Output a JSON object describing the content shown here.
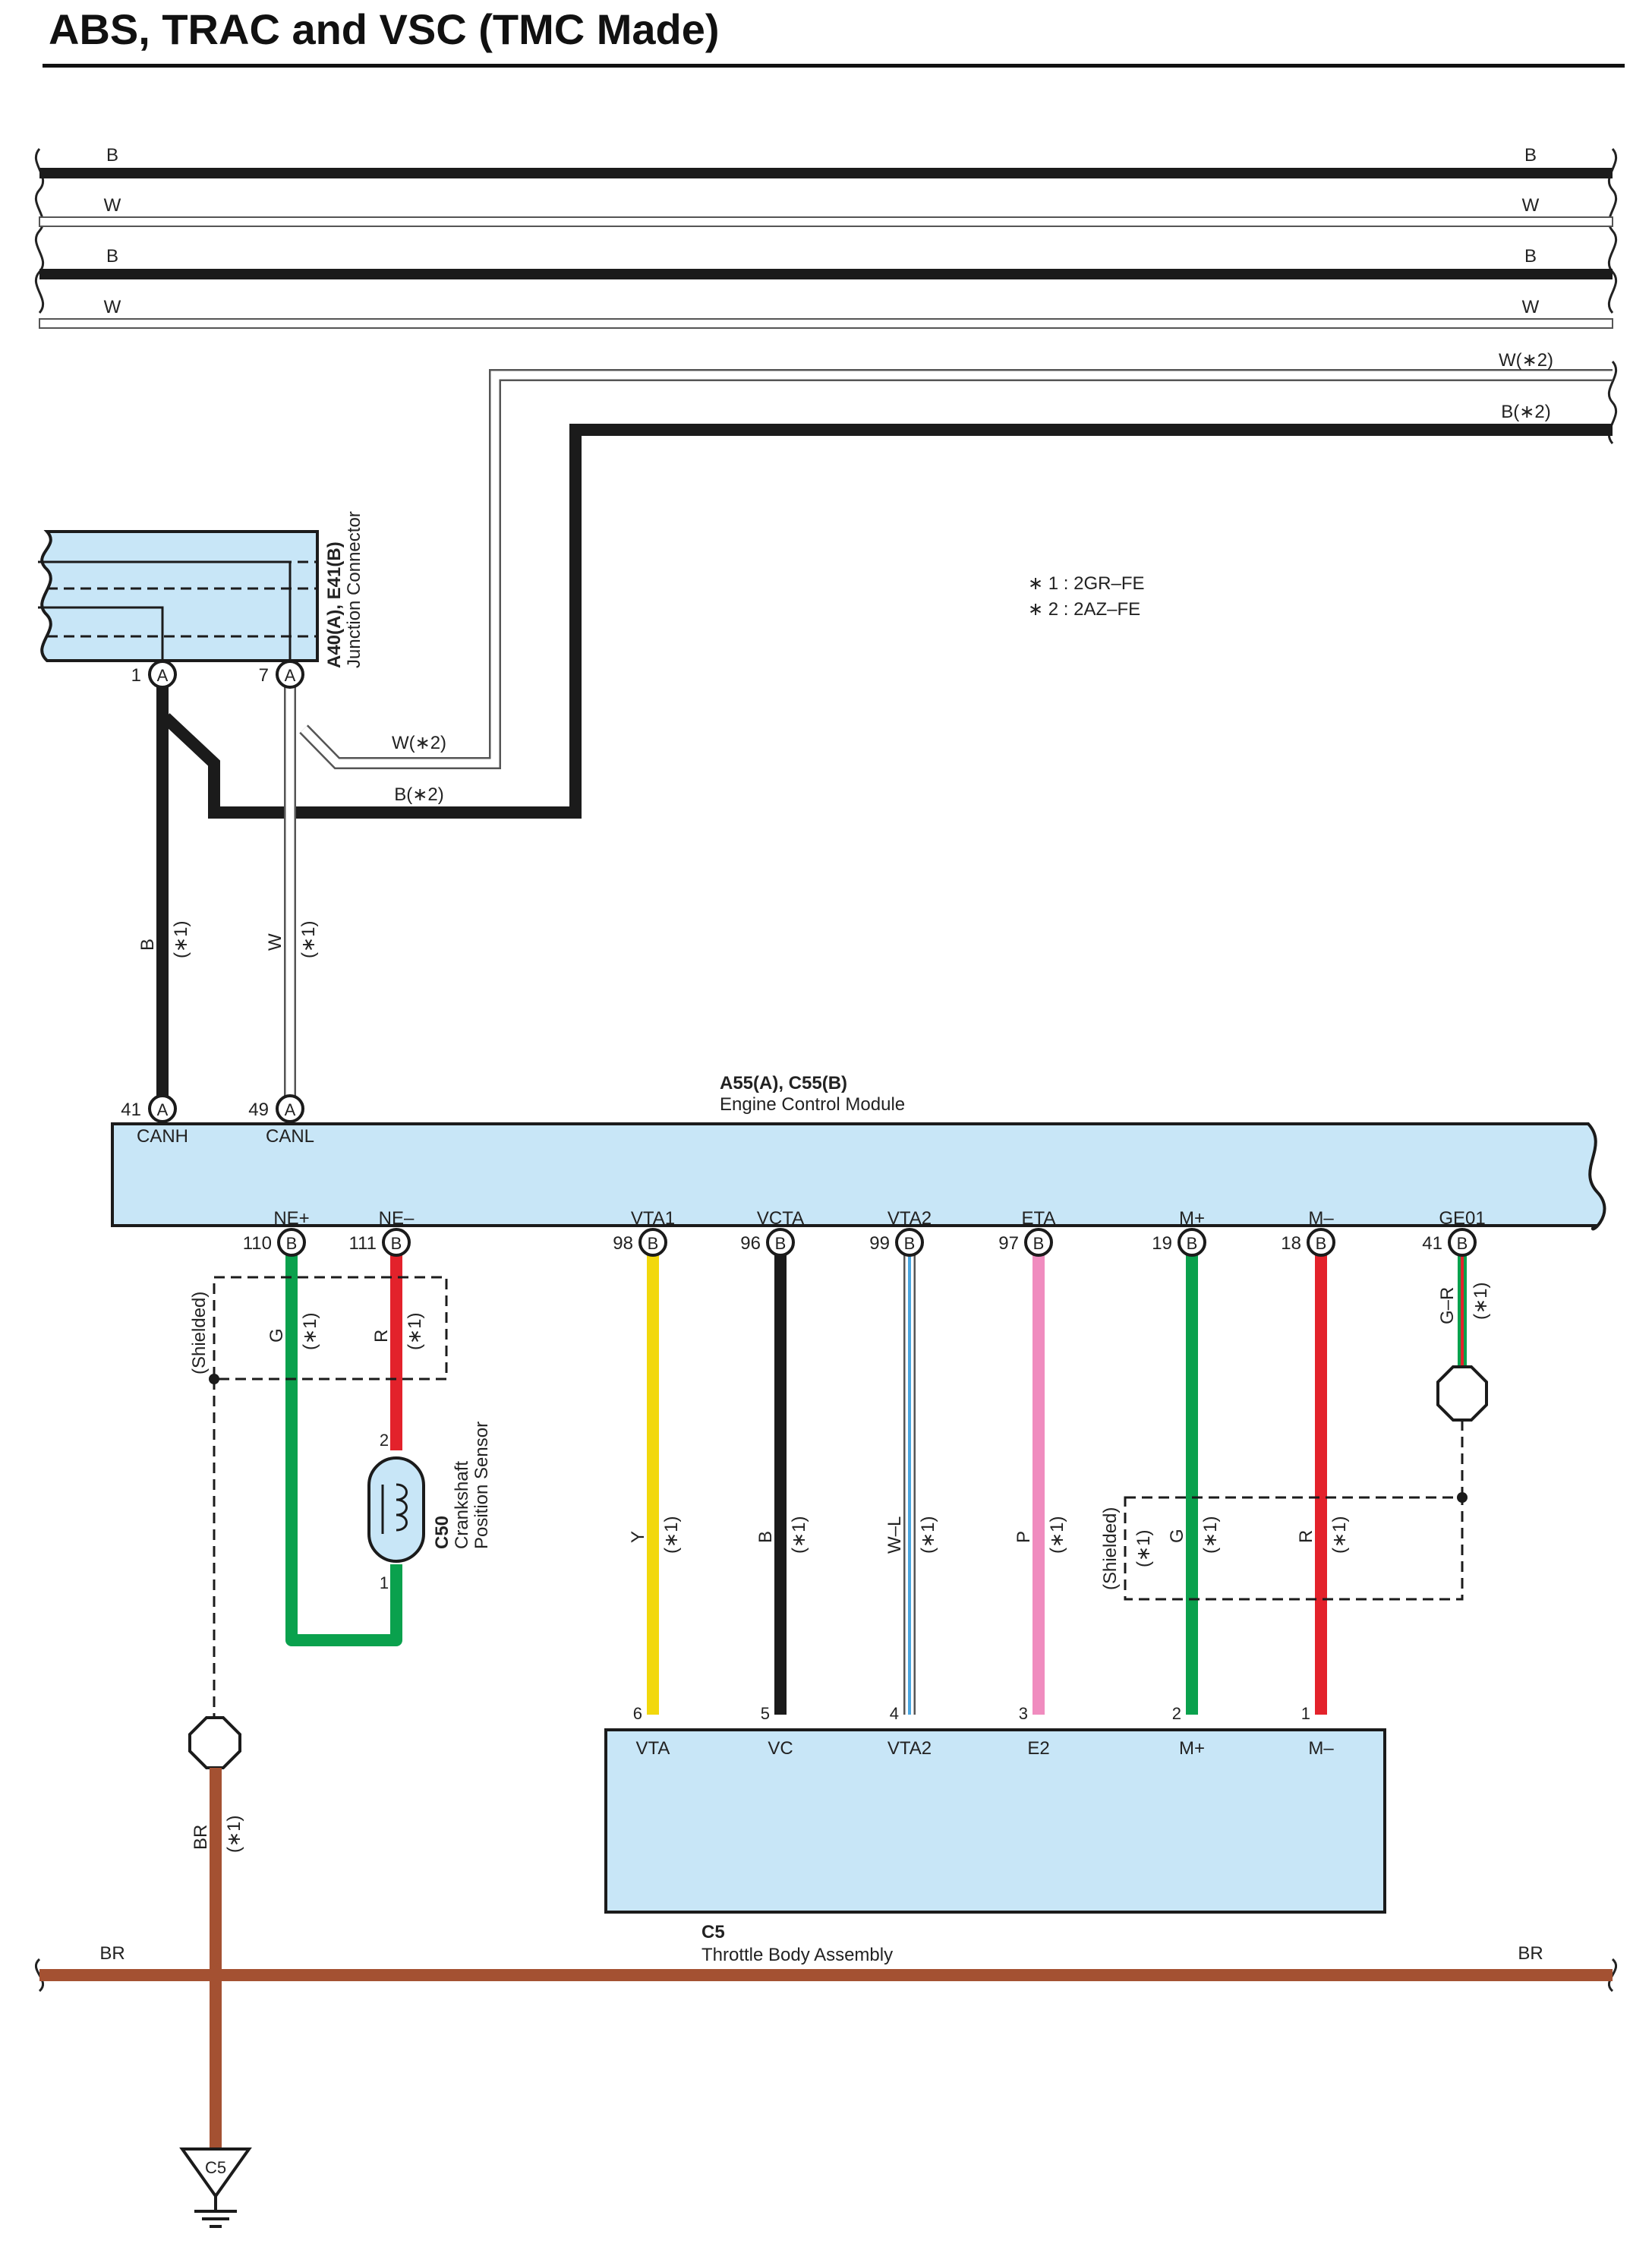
{
  "page": {
    "title": "ABS, TRAC and VSC (TMC Made)"
  },
  "colors": {
    "box_fill": "#c8e6f7",
    "black": "#1b1b1b",
    "yellow": "#f2d80c",
    "green": "#0aa14d",
    "red": "#e3222b",
    "pink": "#f08cbf",
    "blue": "#4aa6e0",
    "brown": "#a45132"
  },
  "buses": {
    "top": [
      {
        "label_left": "B",
        "label_right": "B",
        "color": "B"
      },
      {
        "label_left": "W",
        "label_right": "W",
        "color": "W"
      },
      {
        "label_left": "B",
        "label_right": "B",
        "color": "B"
      },
      {
        "label_left": "W",
        "label_right": "W",
        "color": "W"
      }
    ],
    "branch": [
      {
        "label_right": "W(∗2)",
        "color": "W"
      },
      {
        "label_right": "B(∗2)",
        "color": "B"
      }
    ],
    "ground_bus": {
      "label_left": "BR",
      "label_right": "BR",
      "color": "BR"
    }
  },
  "notes": [
    "∗ 1 : 2GR–FE",
    "∗ 2 : 2AZ–FE"
  ],
  "junction": {
    "code": "A40(A), E41(B)",
    "name": "Junction Connector",
    "pins": [
      {
        "num": "1",
        "conn": "A"
      },
      {
        "num": "7",
        "conn": "A"
      }
    ]
  },
  "wires": {
    "jc_w": "W(∗2)",
    "jc_b": "B(∗2)",
    "can_b": {
      "color": "B",
      "note": "(∗1)"
    },
    "can_w": {
      "color": "W",
      "note": "(∗1)"
    }
  },
  "ecm": {
    "code": "A55(A), C55(B)",
    "name": "Engine Control Module",
    "top_pins": [
      {
        "num": "41",
        "conn": "A",
        "name": "CANH"
      },
      {
        "num": "49",
        "conn": "A",
        "name": "CANL"
      }
    ],
    "bottom_pins": [
      {
        "num": "110",
        "conn": "B",
        "name": "NE+"
      },
      {
        "num": "111",
        "conn": "B",
        "name": "NE–"
      },
      {
        "num": "98",
        "conn": "B",
        "name": "VTA1"
      },
      {
        "num": "96",
        "conn": "B",
        "name": "VCTA"
      },
      {
        "num": "99",
        "conn": "B",
        "name": "VTA2"
      },
      {
        "num": "97",
        "conn": "B",
        "name": "ETA"
      },
      {
        "num": "19",
        "conn": "B",
        "name": "M+"
      },
      {
        "num": "18",
        "conn": "B",
        "name": "M–"
      },
      {
        "num": "41",
        "conn": "B",
        "name": "GE01"
      }
    ]
  },
  "sensor": {
    "code": "C50",
    "name_line1": "Crankshaft",
    "name_line2": "Position Sensor",
    "pin_top": "2",
    "pin_bottom": "1",
    "shielded": "(Shielded)",
    "wire_g": {
      "color": "G",
      "note": "(∗1)"
    },
    "wire_r": {
      "color": "R",
      "note": "(∗1)"
    }
  },
  "throttle_wires": [
    {
      "color": "Y",
      "note": "(∗1)"
    },
    {
      "color": "B",
      "note": "(∗1)"
    },
    {
      "color": "W–L",
      "note": "(∗1)"
    },
    {
      "color": "P",
      "note": "(∗1)"
    },
    {
      "color": "G",
      "note": "(∗1)"
    },
    {
      "color": "R",
      "note": "(∗1)"
    }
  ],
  "motor_shield": {
    "label": "(Shielded)",
    "note": "(∗1)"
  },
  "ge01_wire": {
    "color": "G–R",
    "note": "(∗1)"
  },
  "ground_wire": {
    "color": "BR",
    "note": "(∗1)"
  },
  "throttle": {
    "code": "C5",
    "name": "Throttle Body Assembly",
    "pins": [
      {
        "num": "6",
        "name": "VTA"
      },
      {
        "num": "5",
        "name": "VC"
      },
      {
        "num": "4",
        "name": "VTA2"
      },
      {
        "num": "3",
        "name": "E2"
      },
      {
        "num": "2",
        "name": "M+"
      },
      {
        "num": "1",
        "name": "M–"
      }
    ]
  },
  "ground_point": {
    "code": "C5"
  }
}
